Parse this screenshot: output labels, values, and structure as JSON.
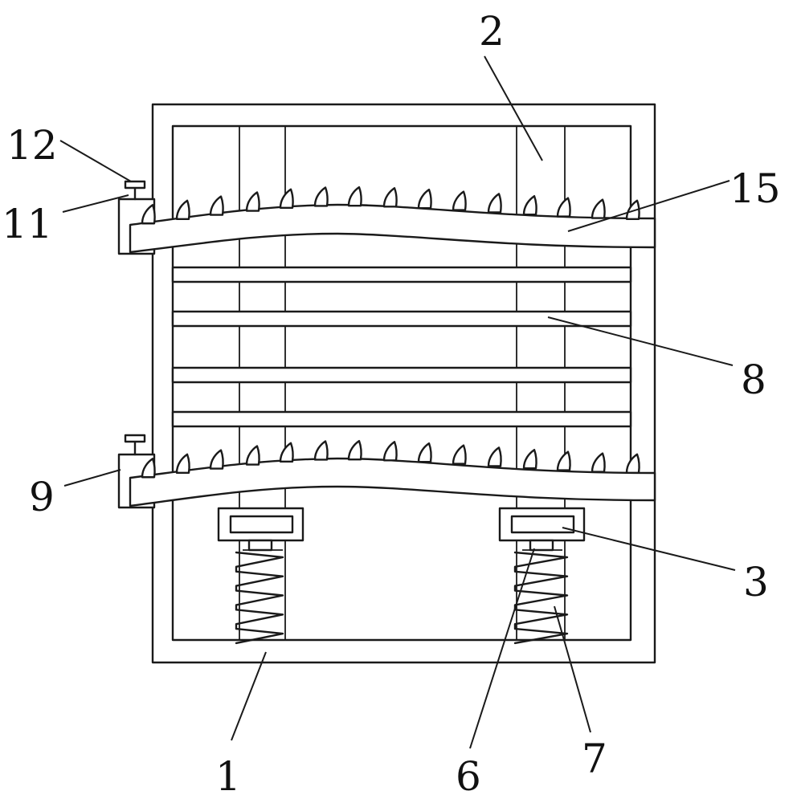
{
  "labels": {
    "l1": "1",
    "l2": "2",
    "l3": "3",
    "l6": "6",
    "l7": "7",
    "l8": "8",
    "l9": "9",
    "l11": "11",
    "l12": "12",
    "l15": "15"
  },
  "colors": {
    "line": "#1a1a1a",
    "background": "#ffffff"
  }
}
